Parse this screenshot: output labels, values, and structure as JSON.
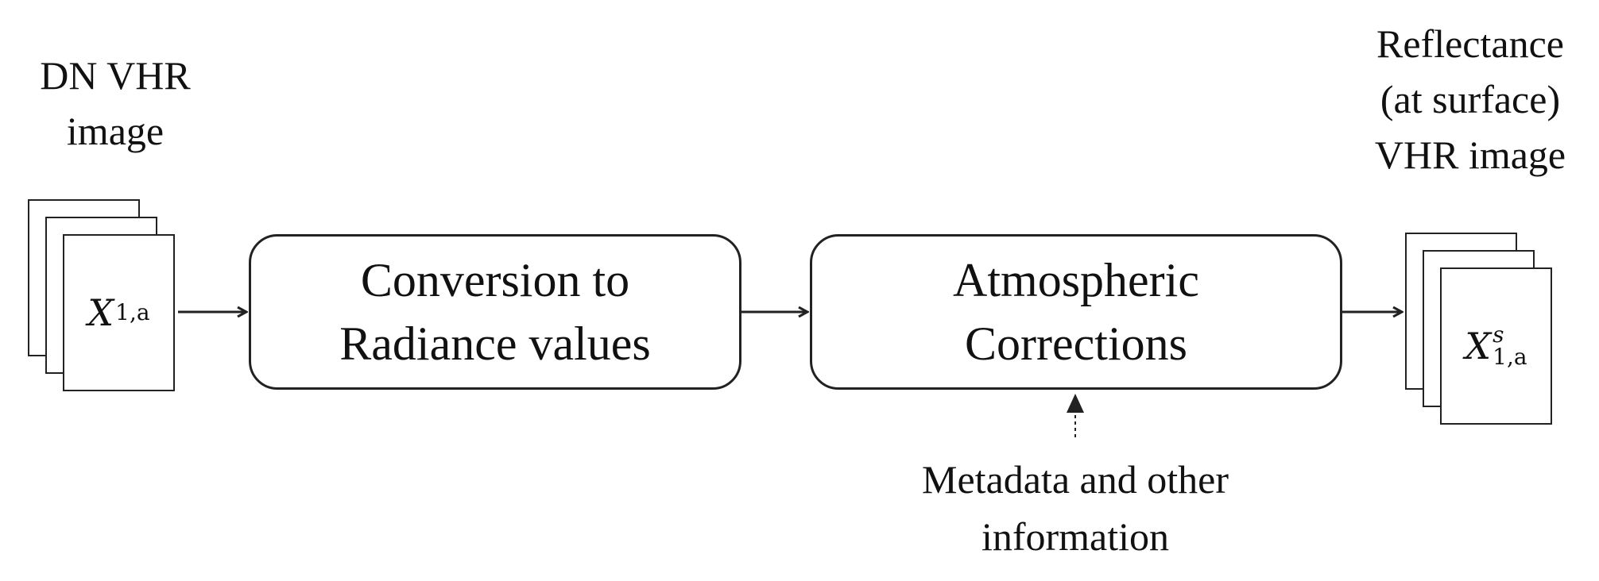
{
  "input": {
    "title_lines": [
      "DN VHR",
      "image"
    ],
    "symbol": "X",
    "subscript": "1,a",
    "superscript": ""
  },
  "steps": [
    {
      "lines": [
        "Conversion to",
        "Radiance values"
      ]
    },
    {
      "lines": [
        "Atmospheric",
        "Corrections"
      ]
    }
  ],
  "side_input": {
    "lines": [
      "Metadata and other",
      "information"
    ]
  },
  "output": {
    "title_lines": [
      "Reflectance",
      "(at surface)",
      "VHR image"
    ],
    "symbol": "X",
    "subscript": "1,a",
    "superscript": "s"
  },
  "colors": {
    "line": "#222222",
    "text": "#111111",
    "background": "#ffffff"
  }
}
